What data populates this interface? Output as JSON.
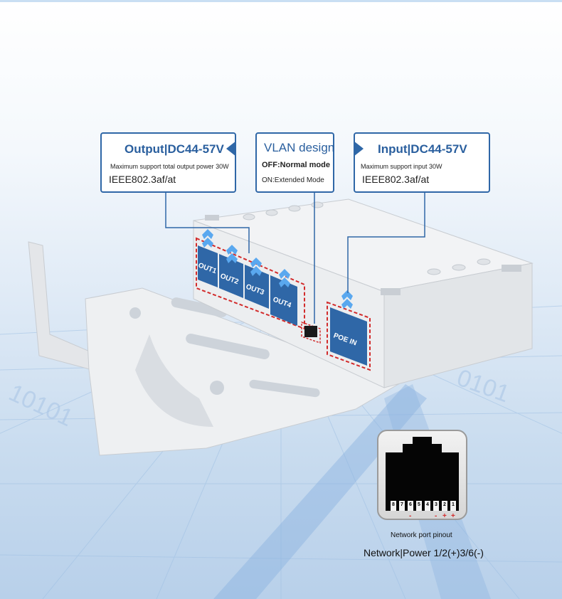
{
  "output_callout": {
    "title": "Output|DC44-57V",
    "subtitle": "Maximum support total output power 30W",
    "standard": "IEEE802.3af/at"
  },
  "vlan_callout": {
    "title": "VLAN design",
    "off_line": "OFF:Normal mode",
    "on_line": "ON:Extended Mode"
  },
  "input_callout": {
    "title": "Input|DC44-57V",
    "subtitle": "Maximum support input 30W",
    "standard": "IEEE802.3af/at"
  },
  "ports": {
    "out1": "OUT1",
    "out2": "OUT2",
    "out3": "OUT3",
    "out4": "OUT4",
    "poe_in": "POE IN"
  },
  "pinout": {
    "pins": [
      "8",
      "7",
      "6",
      "5",
      "4",
      "3",
      "2",
      "1"
    ],
    "caption": "Network port pinout",
    "description": "Network|Power 1/2(+)3/6(-)"
  },
  "colors": {
    "accent_blue": "#2f67a7",
    "highlight_red": "#d22b2b",
    "device_white": "#eceef0"
  }
}
